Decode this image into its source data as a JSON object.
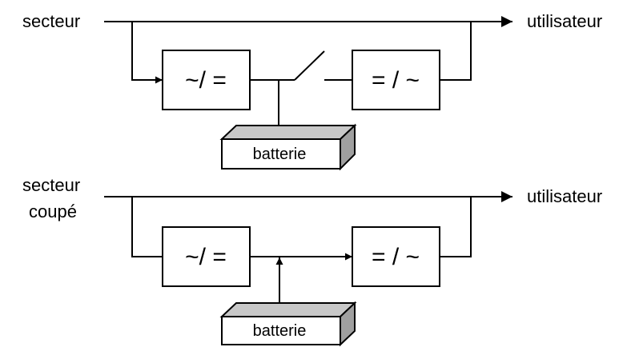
{
  "top": {
    "source_label": "secteur",
    "output_label": "utilisateur",
    "rectifier_label": "~/ =",
    "inverter_label": "= / ~",
    "battery_label": "batterie"
  },
  "bottom": {
    "source_label_line1": "secteur",
    "source_label_line2": "coupé",
    "output_label": "utilisateur",
    "rectifier_label": "~/ =",
    "inverter_label": "= / ~",
    "battery_label": "batterie"
  },
  "colors": {
    "line": "#000000",
    "box_fill": "#ffffff",
    "battery_top": "#c8c8c8",
    "battery_side": "#a0a0a0"
  }
}
